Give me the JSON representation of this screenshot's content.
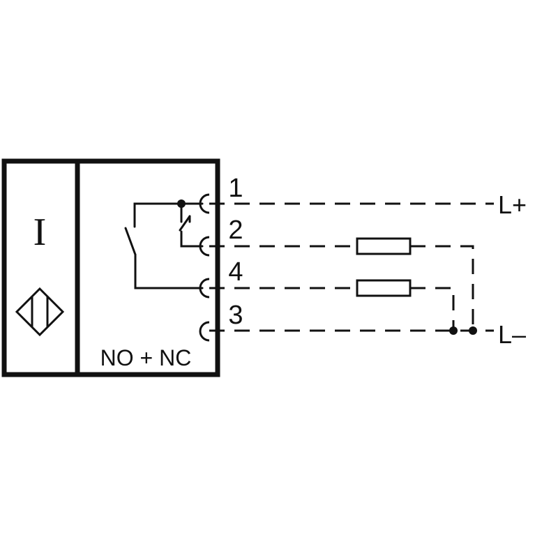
{
  "sensor": {
    "type_symbol": "I",
    "output_label": "NO + NC"
  },
  "terminals": [
    {
      "number": "1"
    },
    {
      "number": "2"
    },
    {
      "number": "4"
    },
    {
      "number": "3"
    }
  ],
  "supply": {
    "positive": "L+",
    "negative": "L–"
  },
  "colors": {
    "line": "#111111",
    "background": "#ffffff"
  }
}
